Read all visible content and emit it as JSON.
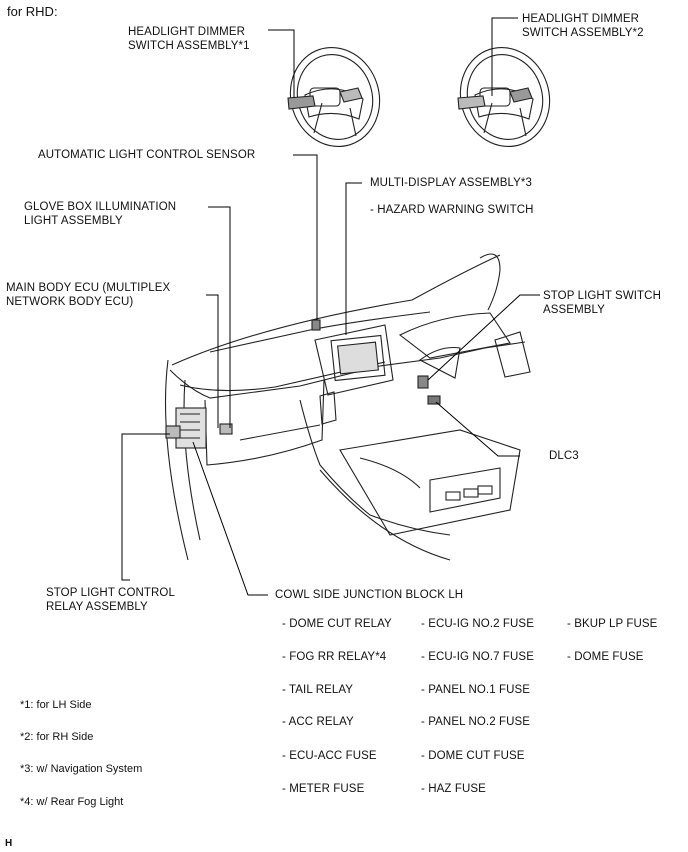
{
  "header": "for RHD:",
  "labels": {
    "dimmer_lh": [
      "HEADLIGHT DIMMER",
      "SWITCH ASSEMBLY*1"
    ],
    "dimmer_rh": [
      "HEADLIGHT DIMMER",
      "SWITCH ASSEMBLY*2"
    ],
    "auto_light": "AUTOMATIC LIGHT CONTROL SENSOR",
    "multi_display": "MULTI-DISPLAY ASSEMBLY*3",
    "hazard": "- HAZARD WARNING SWITCH",
    "glove_box": [
      "GLOVE BOX ILLUMINATION",
      "LIGHT ASSEMBLY"
    ],
    "main_body_ecu": [
      "MAIN BODY ECU (MULTIPLEX",
      "NETWORK BODY ECU)"
    ],
    "stop_light_switch": [
      "STOP LIGHT SWITCH",
      "ASSEMBLY"
    ],
    "dlc3": "DLC3",
    "stop_light_relay": [
      "STOP LIGHT CONTROL",
      "RELAY ASSEMBLY"
    ],
    "cowl_side": "COWL SIDE JUNCTION BLOCK LH"
  },
  "junction_items": {
    "col1": [
      "- DOME CUT RELAY",
      "- FOG RR RELAY*4",
      "- TAIL RELAY",
      "- ACC RELAY",
      "- ECU-ACC FUSE",
      "- METER FUSE"
    ],
    "col2": [
      "- ECU-IG NO.2 FUSE",
      "- ECU-IG NO.7 FUSE",
      "- PANEL NO.1 FUSE",
      "- PANEL NO.2 FUSE",
      "- DOME CUT FUSE",
      "- HAZ FUSE"
    ],
    "col3": [
      "- BKUP LP FUSE",
      "- DOME FUSE"
    ]
  },
  "footnotes": [
    "*1: for LH Side",
    "*2: for RH Side",
    "*3: w/ Navigation System",
    "*4: w/ Rear Fog Light"
  ],
  "figure_id": "H"
}
